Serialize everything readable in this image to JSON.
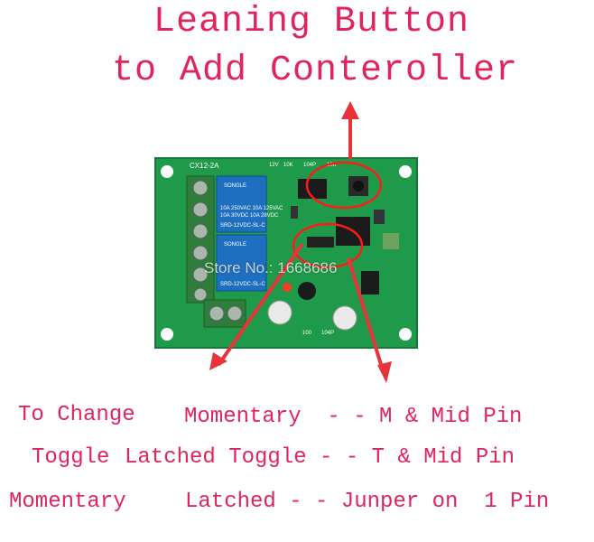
{
  "title_line1": "Leaning Button",
  "title_line2": "to Add Conteroller",
  "board": {
    "model": "CX12-2A",
    "relay_brand": "SONGLE",
    "relay_model": "SRD-12VDC-SL-C",
    "relay_rating1": "10A 250VAC  10A 125VAC",
    "relay_rating2": "10A 30VDC   10A 28VDC",
    "silk_12v": "12V",
    "silk_10k_a": "10K",
    "silk_104p": "104P",
    "silk_10k_b": "10K",
    "silk_bottom1": "100",
    "silk_bottom2": "104P"
  },
  "watermark": "Store No.: 1668686",
  "lines": [
    {
      "left": "To Change",
      "right": "Momentary  - - M & Mid Pin"
    },
    {
      "left": "Toggle",
      "right": "Latched Toggle - - T & Mid Pin"
    },
    {
      "left": "Momentary",
      "right": "Latched - - Junper on  1 Pin"
    }
  ],
  "colors": {
    "accent": "#e0245e",
    "pcb": "#1f9a4a",
    "relay": "#1f6fc1",
    "terminal": "#2f7d3a"
  }
}
